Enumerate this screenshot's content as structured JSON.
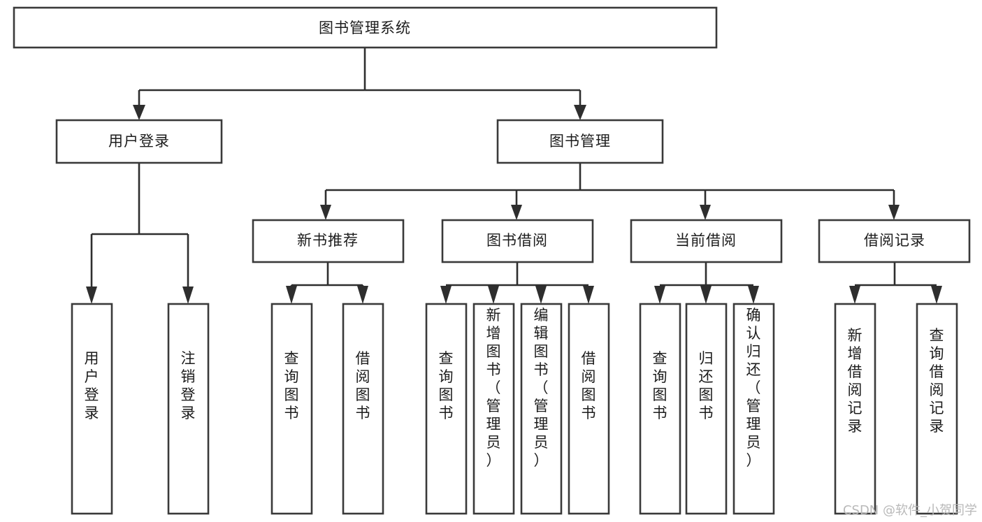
{
  "diagram": {
    "type": "tree-hierarchy-chart",
    "title": "图书管理系统",
    "orientation": "top-down",
    "colors": {
      "box_fill": "#ffffff",
      "box_stroke": "#3a3a3a",
      "connector": "#2e2e2e",
      "text": "#1c1c1c",
      "background": "#ffffff",
      "watermark": "#b9b9b9"
    },
    "root": {
      "id": "root",
      "label": "图书管理系统",
      "orientation": "horizontal"
    },
    "level1": [
      {
        "id": "user-login",
        "label": "用户登录",
        "orientation": "horizontal"
      },
      {
        "id": "book-management",
        "label": "图书管理",
        "orientation": "horizontal"
      }
    ],
    "level2": [
      {
        "id": "new-book-recommend",
        "label": "新书推荐",
        "orientation": "horizontal",
        "parent": "book-management"
      },
      {
        "id": "book-borrow",
        "label": "图书借阅",
        "orientation": "horizontal",
        "parent": "book-management"
      },
      {
        "id": "current-borrow",
        "label": "当前借阅",
        "orientation": "horizontal",
        "parent": "book-management"
      },
      {
        "id": "borrow-record",
        "label": "借阅记录",
        "orientation": "horizontal",
        "parent": "book-management"
      }
    ],
    "leaves": [
      {
        "id": "leaf-user-login",
        "label": "用户登录",
        "orientation": "vertical",
        "parent": "user-login"
      },
      {
        "id": "leaf-user-logout",
        "label": "注销登录",
        "orientation": "vertical",
        "parent": "user-login"
      },
      {
        "id": "leaf-query-book-1",
        "label": "查询图书",
        "orientation": "vertical",
        "parent": "new-book-recommend"
      },
      {
        "id": "leaf-borrow-book-1",
        "label": "借阅图书",
        "orientation": "vertical",
        "parent": "new-book-recommend"
      },
      {
        "id": "leaf-query-book-2",
        "label": "查询图书",
        "orientation": "vertical",
        "parent": "book-borrow"
      },
      {
        "id": "leaf-add-book",
        "label": "新增图书（管理员）",
        "orientation": "vertical",
        "parent": "book-borrow"
      },
      {
        "id": "leaf-edit-book",
        "label": "编辑图书（管理员）",
        "orientation": "vertical",
        "parent": "book-borrow"
      },
      {
        "id": "leaf-borrow-book-2",
        "label": "借阅图书",
        "orientation": "vertical",
        "parent": "book-borrow"
      },
      {
        "id": "leaf-query-book-3",
        "label": "查询图书",
        "orientation": "vertical",
        "parent": "current-borrow"
      },
      {
        "id": "leaf-return-book",
        "label": "归还图书",
        "orientation": "vertical",
        "parent": "current-borrow"
      },
      {
        "id": "leaf-confirm-return",
        "label": "确认归还（管理员）",
        "orientation": "vertical",
        "parent": "current-borrow"
      },
      {
        "id": "leaf-add-record",
        "label": "新增借阅记录",
        "orientation": "vertical",
        "parent": "borrow-record"
      },
      {
        "id": "leaf-query-record",
        "label": "查询借阅记录",
        "orientation": "vertical",
        "parent": "borrow-record"
      }
    ]
  },
  "watermark": {
    "text": "CSDN @软件_小贺同学"
  }
}
